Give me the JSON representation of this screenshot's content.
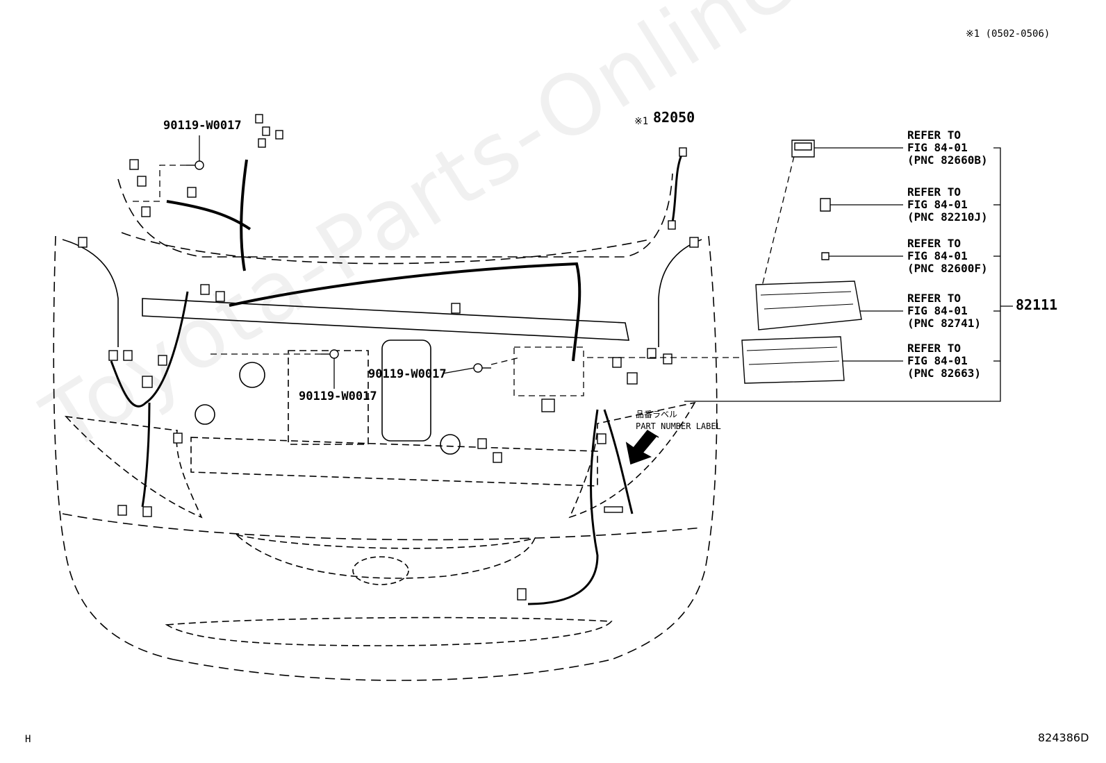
{
  "header_note": "※1 (0502-0506)",
  "labels": {
    "bolt_top": "90119-W0017",
    "bolt_mid": "90119-W0017",
    "bolt_right": "90119-W0017",
    "sensor_prefix": "※1",
    "sensor_part": "82050",
    "assembly_part": "82111",
    "label_jp": "品番ラベル",
    "label_en": "PART NUMBER LABEL"
  },
  "references": [
    {
      "line1": "REFER TO",
      "line2": "FIG 84-01",
      "line3": "(PNC 82660B)"
    },
    {
      "line1": "REFER TO",
      "line2": "FIG 84-01",
      "line3": "(PNC 82210J)"
    },
    {
      "line1": "REFER TO",
      "line2": "FIG 84-01",
      "line3": "(PNC 82600F)"
    },
    {
      "line1": "REFER TO",
      "line2": "FIG 84-01",
      "line3": "(PNC 82741)"
    },
    {
      "line1": "REFER TO",
      "line2": "FIG 84-01",
      "line3": "(PNC 82663)"
    }
  ],
  "footer": {
    "left": "H",
    "right": "824386D"
  },
  "watermark": "Toyota-Parts-Online.ru"
}
